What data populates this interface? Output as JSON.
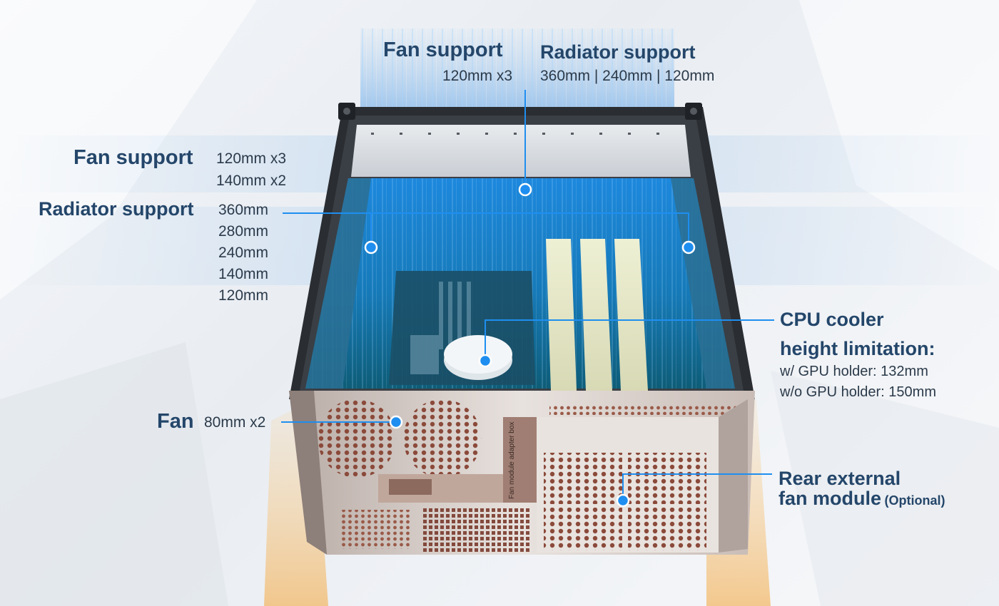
{
  "callouts": {
    "top_fan": {
      "title": "Fan support",
      "value": "120mm x3"
    },
    "top_radiator": {
      "title": "Radiator support",
      "value": "360mm | 240mm | 120mm"
    },
    "side_fan": {
      "title": "Fan support",
      "values": [
        "120mm x3",
        "140mm x2"
      ]
    },
    "side_radiator": {
      "title": "Radiator support",
      "values": [
        "360mm",
        "280mm",
        "240mm",
        "140mm",
        "120mm"
      ]
    },
    "cpu_cooler": {
      "title_line1": "CPU cooler",
      "title_line2": "height limitation:",
      "values": [
        "w/ GPU holder: 132mm",
        "w/o GPU holder: 150mm"
      ]
    },
    "front_fan": {
      "title": "Fan",
      "value": "80mm x2"
    },
    "rear_module": {
      "title_line1": "Rear external",
      "title_line2": "fan module",
      "note": "(Optional)"
    }
  },
  "chassis_text": {
    "adapter_box": "Fan module adapter box"
  },
  "colors": {
    "heading": "#24466a",
    "body_text": "#2b3a4a",
    "callout_line": "#1e8ef0",
    "airflow_cool": "#1a9be0",
    "airflow_warm": "#f3b560"
  }
}
